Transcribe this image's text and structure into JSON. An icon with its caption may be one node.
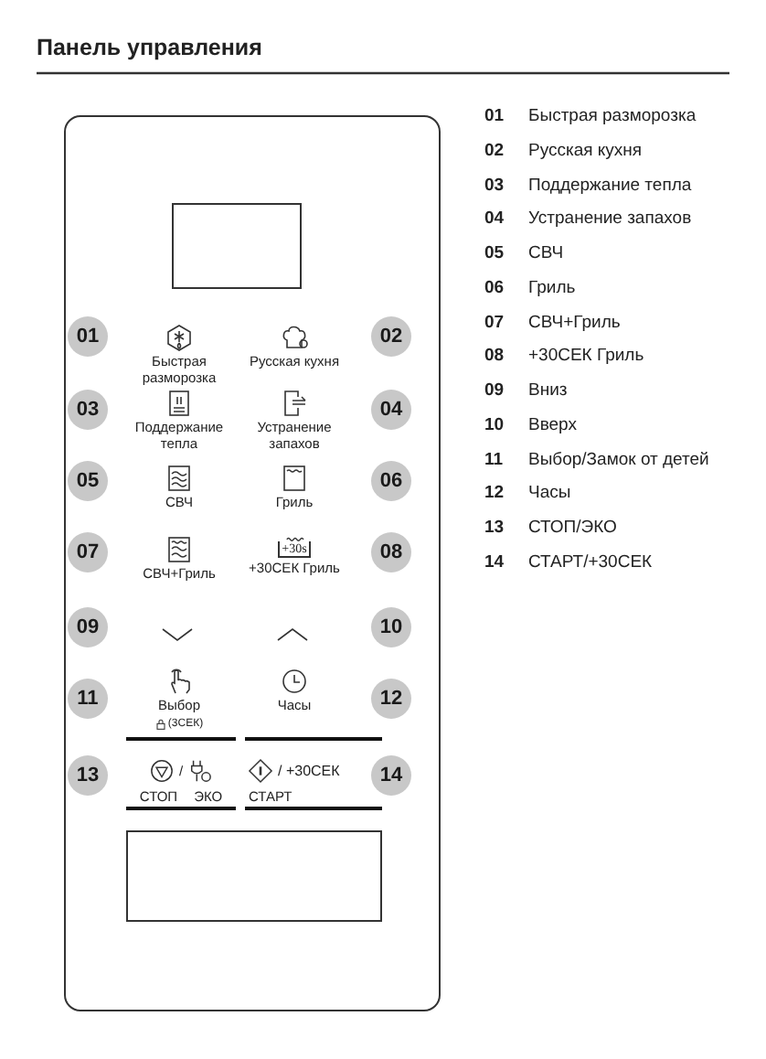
{
  "diagram": {
    "title": "Панель управления",
    "nodes": [
      {
        "text": [],
        "shape": "box"
      },
      {
        "text": [],
        "shape": "box",
        "in": 0
      },
      {
        "text": [
          "01"
        ],
        "in": 0
      },
      {
        "text": [
          "Быстрая разморозка"
        ],
        "in": 0
      },
      {
        "text": [
          "Русская кухня"
        ],
        "in": 0
      },
      {
        "text": [
          "02"
        ],
        "in": 0
      },
      {
        "text": [
          "03"
        ],
        "in": 0
      },
      {
        "text": [
          "Поддержание тепла"
        ],
        "in": 0
      },
      {
        "text": [
          "Устранение запахов"
        ],
        "in": 0
      },
      {
        "text": [
          "04"
        ],
        "in": 0
      },
      {
        "text": [
          "05"
        ],
        "in": 0
      },
      {
        "text": [
          "СВЧ"
        ],
        "in": 0
      },
      {
        "text": [
          "Гриль"
        ],
        "in": 0
      },
      {
        "text": [
          "06"
        ],
        "in": 0
      },
      {
        "text": [
          "07"
        ],
        "in": 0
      },
      {
        "text": [
          "СВЧ+Гриль"
        ],
        "in": 0
      },
      {
        "text": [
          "+30s",
          "+30СЕК Гриль"
        ],
        "in": 0
      },
      {
        "text": [
          "08"
        ],
        "in": 0
      },
      {
        "text": [
          "09"
        ],
        "in": 0
      },
      {
        "text": [
          "10"
        ],
        "in": 0
      },
      {
        "text": [
          "11"
        ],
        "in": 0
      },
      {
        "text": [
          "Выбор",
          "(3СЕК)"
        ],
        "in": 0
      },
      {
        "text": [
          "Часы"
        ],
        "in": 0
      },
      {
        "text": [
          "12"
        ],
        "in": 0
      },
      {
        "text": [
          "13"
        ],
        "in": 0
      },
      {
        "text": [
          "/",
          "СТОП",
          "ЭКО"
        ],
        "in": 0
      },
      {
        "text": [
          "/ +30СЕК",
          "СТАРТ"
        ],
        "in": 0
      },
      {
        "text": [
          "14"
        ],
        "in": 0
      },
      {
        "text": [],
        "shape": "box",
        "in": 0
      }
    ],
    "labels": [
      "01",
      "Быстрая разморозка",
      "02",
      "Русская кухня",
      "03",
      "Поддержание тепла",
      "04",
      "Устранение запахов",
      "05",
      "СВЧ",
      "06",
      "Гриль",
      "07",
      "СВЧ+Гриль",
      "08",
      "+30СЕК Гриль",
      "09",
      "Вниз",
      "10",
      "Вверх",
      "11",
      "Выбор/Замок от детей",
      "12",
      "Часы",
      "13",
      "СТОП/ЭКО",
      "14",
      "СТАРТ/+30СЕК"
    ]
  }
}
